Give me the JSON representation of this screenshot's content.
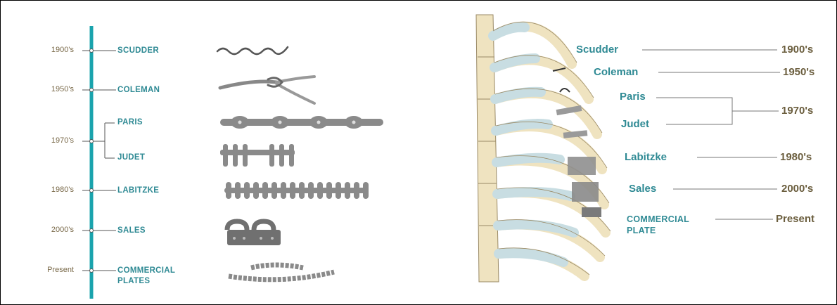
{
  "timeline": [
    {
      "era": "1900's",
      "name": "SCUDDER"
    },
    {
      "era": "1950's",
      "name": "COLEMAN"
    },
    {
      "era": "1970's",
      "names": [
        "PARIS",
        "JUDET"
      ]
    },
    {
      "era": "1980's",
      "name": "LABITZKE"
    },
    {
      "era": "2000's",
      "name": "SALES"
    },
    {
      "era": "Present",
      "name": "COMMERCIAL\nPLATES",
      "name_lines": [
        "COMMERCIAL",
        "PLATES"
      ]
    }
  ],
  "ribcage_labels": [
    {
      "name": "Scudder",
      "era": "1900's"
    },
    {
      "name": "Coleman",
      "era": "1950's"
    },
    {
      "names": [
        "Paris",
        "Judet"
      ],
      "era": "1970's"
    },
    {
      "name": "Labitzke",
      "era": "1980's"
    },
    {
      "name": "Sales",
      "era": "2000's"
    },
    {
      "name_lines": [
        "COMMERCIAL",
        "PLATE"
      ],
      "era": "Present"
    }
  ],
  "colors": {
    "timeline_bar": "#1aa3ad",
    "label_teal": "#2f8a94",
    "era_brown": "#7a6a4a",
    "bone": "#efe3c0",
    "cartilage": "#c8dde2",
    "implant": "#8a8a8a"
  }
}
